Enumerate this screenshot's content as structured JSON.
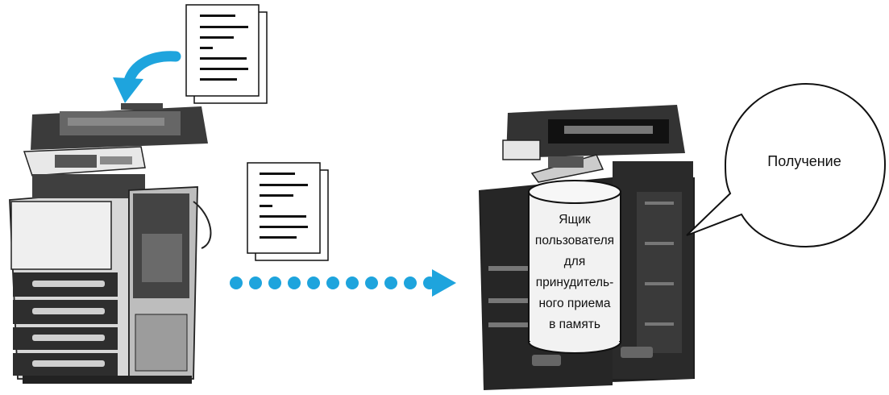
{
  "callout": {
    "label": "Получение"
  },
  "mailbox": {
    "lines": [
      "Ящик",
      "пользователя",
      "для",
      "принудитель-",
      "ного приема",
      "в память"
    ]
  },
  "colors": {
    "arrow_blue": "#1ea4dd",
    "device_dark": "#2e2e2e",
    "device_mid": "#5a5a5a",
    "device_light": "#d9d9d9"
  },
  "icons": [
    "sending-mfp",
    "receiving-mfp",
    "document-stack",
    "feed-arrow",
    "transfer-dots-arrow",
    "speech-bubble"
  ]
}
